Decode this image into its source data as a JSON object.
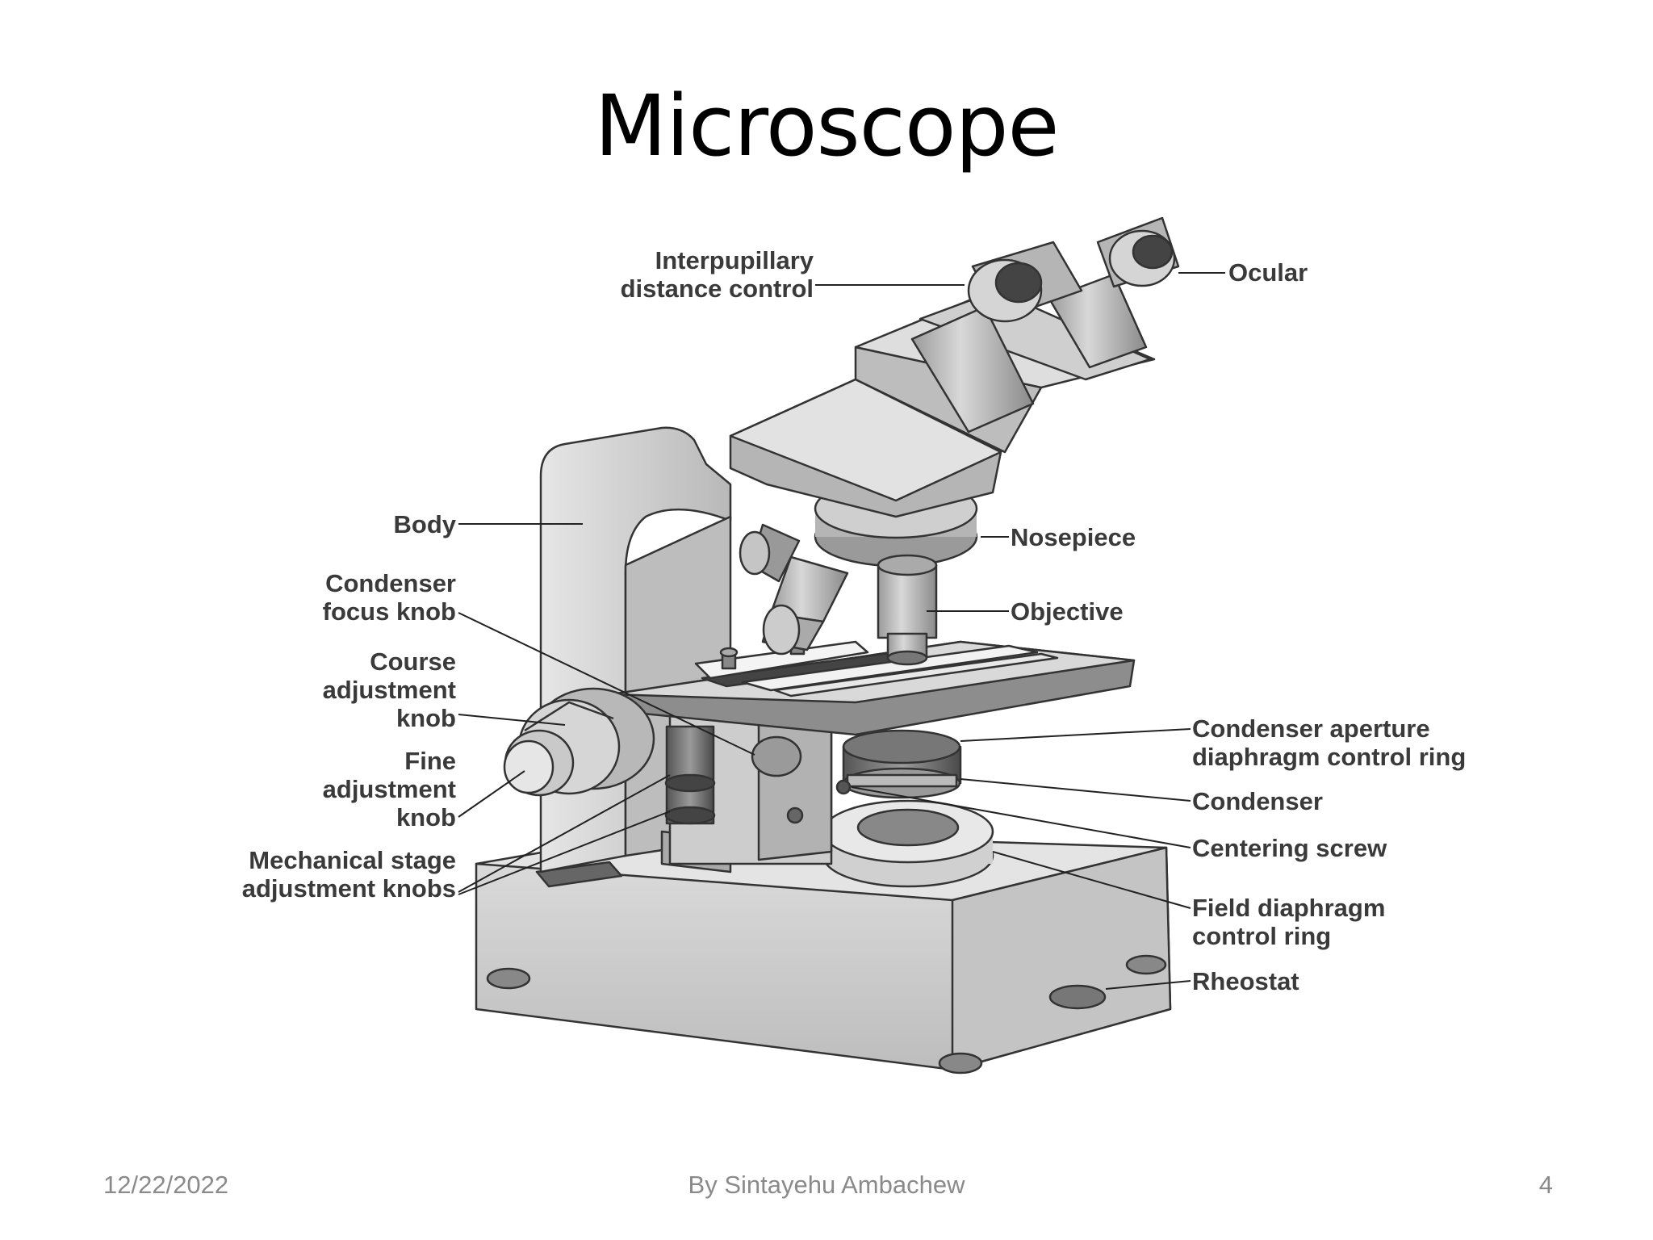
{
  "slide": {
    "title": "Microscope"
  },
  "labels": {
    "interpupillary": [
      "Interpupillary",
      "distance control"
    ],
    "ocular": "Ocular",
    "body": "Body",
    "nosepiece": "Nosepiece",
    "condenser_focus": [
      "Condenser",
      "focus knob"
    ],
    "objective": "Objective",
    "course_adjustment": [
      "Course",
      "adjustment",
      "knob"
    ],
    "fine_adjustment": [
      "Fine",
      "adjustment",
      "knob"
    ],
    "mechanical_stage": [
      "Mechanical stage",
      "adjustment knobs"
    ],
    "condenser_aperture": [
      "Condenser aperture",
      "diaphragm control ring"
    ],
    "condenser": "Condenser",
    "centering_screw": "Centering screw",
    "field_diaphragm": [
      "Field diaphragm",
      "control ring"
    ],
    "rheostat": "Rheostat"
  },
  "footer": {
    "date": "12/22/2022",
    "author": "By Sintayehu Ambachew",
    "page": "4"
  }
}
